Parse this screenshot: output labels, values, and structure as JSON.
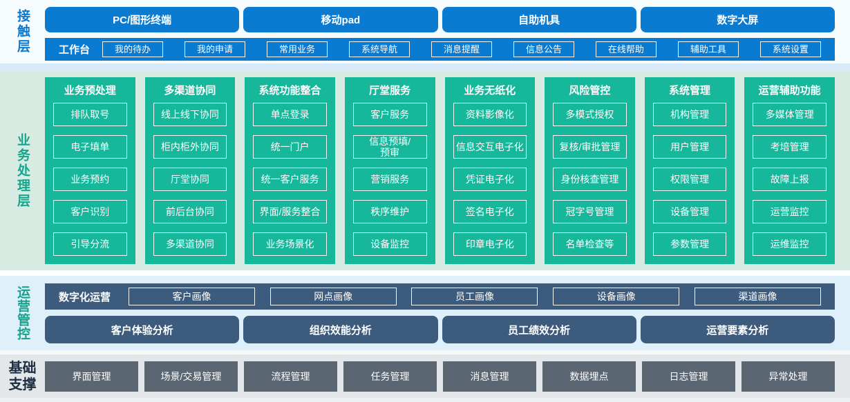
{
  "colors": {
    "blue": "#0b7ad1",
    "teal": "#16b79a",
    "slate_blue": "#3d5c7d",
    "gray": "#5a6671",
    "mint_background": "#d7ebe3",
    "lightblue_background": "#def0fa",
    "gray_background": "#e4e7ea"
  },
  "layers": {
    "contact": {
      "label": "接触层",
      "terminals": [
        "PC/图形终端",
        "移动pad",
        "自助机具",
        "数字大屏"
      ],
      "workbench": {
        "label": "工作台",
        "items": [
          "我的待办",
          "我的申请",
          "常用业务",
          "系统导航",
          "消息提醒",
          "信息公告",
          "在线帮助",
          "辅助工具",
          "系统设置"
        ]
      }
    },
    "business": {
      "label": "业务处理层",
      "columns": [
        {
          "title": "业务预处理",
          "items": [
            "排队取号",
            "电子填单",
            "业务预约",
            "客户识别",
            "引导分流"
          ]
        },
        {
          "title": "多渠道协同",
          "items": [
            "线上线下协同",
            "柜内柜外协同",
            "厅堂协同",
            "前后台协同",
            "多渠道协同"
          ]
        },
        {
          "title": "系统功能整合",
          "items": [
            "单点登录",
            "统一门户",
            "统一客户服务",
            "界面/服务整合",
            "业务场景化"
          ]
        },
        {
          "title": "厅堂服务",
          "items": [
            "客户服务",
            "信息预填/\n预审",
            "营销服务",
            "秩序维护",
            "设备监控"
          ]
        },
        {
          "title": "业务无纸化",
          "items": [
            "资料影像化",
            "信息交互电子化",
            "凭证电子化",
            "签名电子化",
            "印章电子化"
          ]
        },
        {
          "title": "风险管控",
          "items": [
            "多模式授权",
            "复核/审批管理",
            "身份核查管理",
            "冠字号管理",
            "名单检查等"
          ]
        },
        {
          "title": "系统管理",
          "items": [
            "机构管理",
            "用户管理",
            "权限管理",
            "设备管理",
            "参数管理"
          ]
        },
        {
          "title": "运营辅助功能",
          "items": [
            "多媒体管理",
            "考培管理",
            "故障上报",
            "运营监控",
            "运维监控"
          ]
        }
      ]
    },
    "operation": {
      "label": "运营管控",
      "digital": {
        "label": "数字化运营",
        "items": [
          "客户画像",
          "网点画像",
          "员工画像",
          "设备画像",
          "渠道画像"
        ]
      },
      "analysis": [
        "客户体验分析",
        "组织效能分析",
        "员工绩效分析",
        "运营要素分析"
      ]
    },
    "foundation": {
      "label": "基础支撑",
      "items": [
        "界面管理",
        "场景/交易管理",
        "流程管理",
        "任务管理",
        "消息管理",
        "数据埋点",
        "日志管理",
        "异常处理"
      ]
    }
  }
}
